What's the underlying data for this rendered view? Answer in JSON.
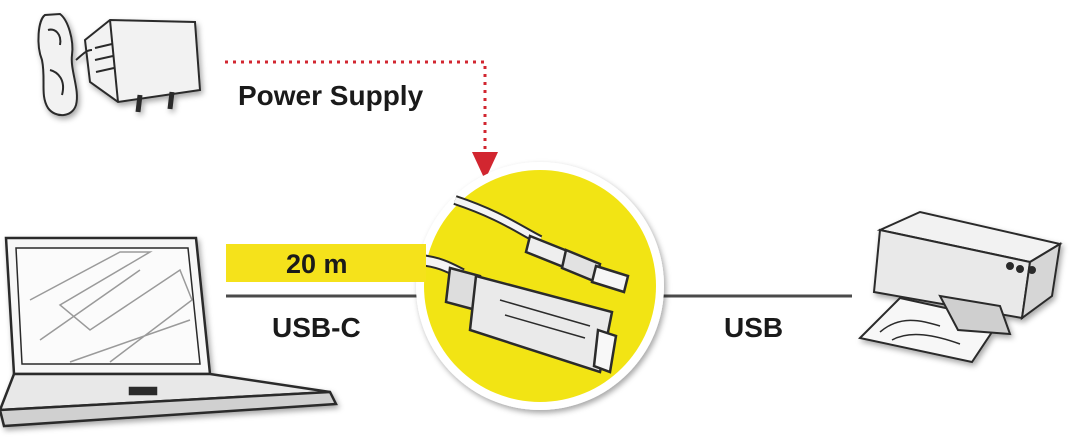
{
  "labels": {
    "power_supply": "Power Supply",
    "length": "20 m",
    "usb_c": "USB-C",
    "usb": "USB"
  },
  "colors": {
    "highlight_yellow": "#f5e21b",
    "dotted_arrow": "#d22630",
    "line": "#4a4a4a",
    "sketch": "#2b2b2b"
  },
  "icons": [
    "power-adapter-icon",
    "laptop-icon",
    "usb-extender-cable-icon",
    "printer-icon"
  ]
}
